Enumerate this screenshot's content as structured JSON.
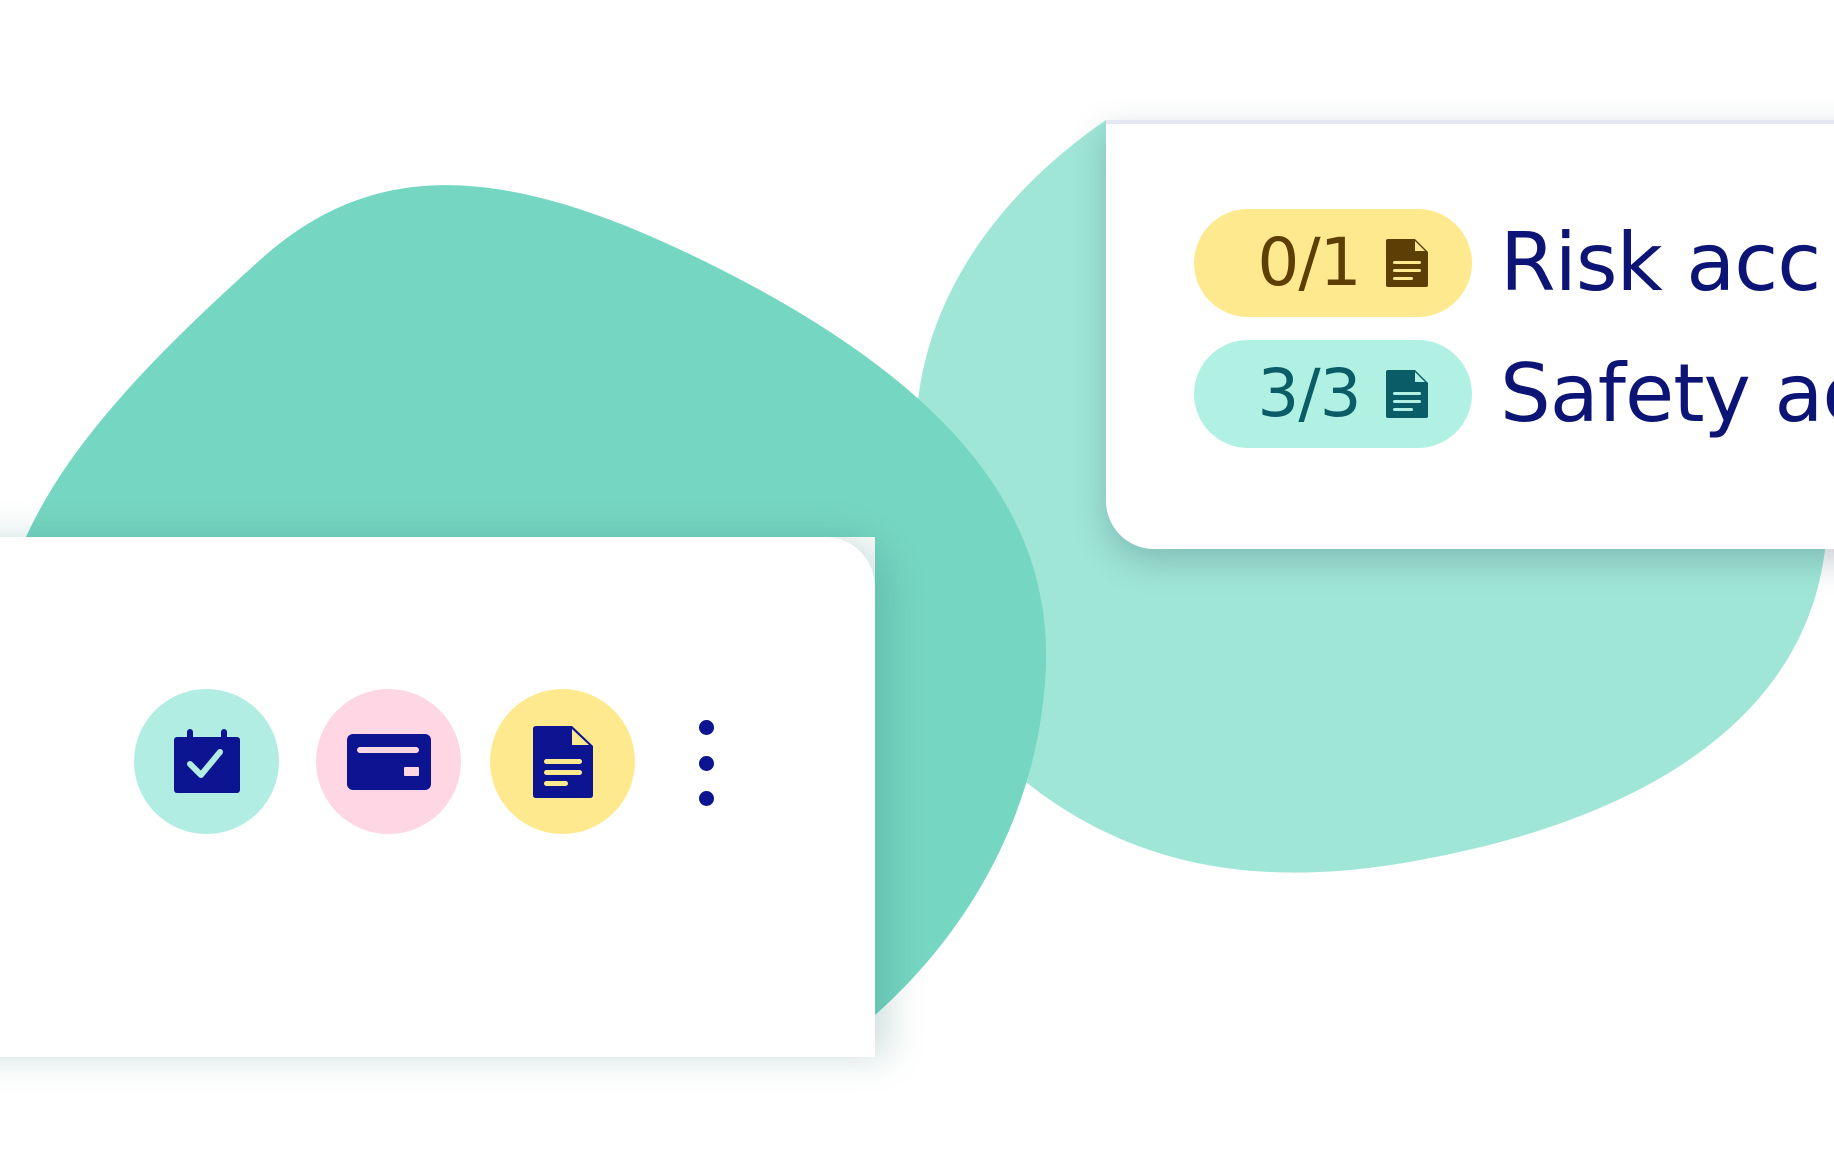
{
  "colors": {
    "navy": "#0c1491",
    "teal_blob_dark": "#75d6c2",
    "teal_blob_light": "#9fe6d7",
    "mint_bg": "#b1ede2",
    "pink_bg": "#ffd6e3",
    "yellow_bg": "#ffe98e",
    "pending_text": "#5d3f06",
    "complete_text": "#0a5c67"
  },
  "actions": [
    {
      "icon": "calendar-check-icon",
      "bg": "#b1ede2"
    },
    {
      "icon": "credit-card-icon",
      "bg": "#ffd6e3"
    },
    {
      "icon": "document-icon",
      "bg": "#ffe98e"
    },
    {
      "icon": "more-vertical-icon"
    }
  ],
  "progress_list": [
    {
      "count": "0/1",
      "status": "pending",
      "icon": "document-icon",
      "title": "Risk acc"
    },
    {
      "count": "3/3",
      "status": "complete",
      "icon": "document-icon",
      "title": "Safety ac"
    }
  ]
}
